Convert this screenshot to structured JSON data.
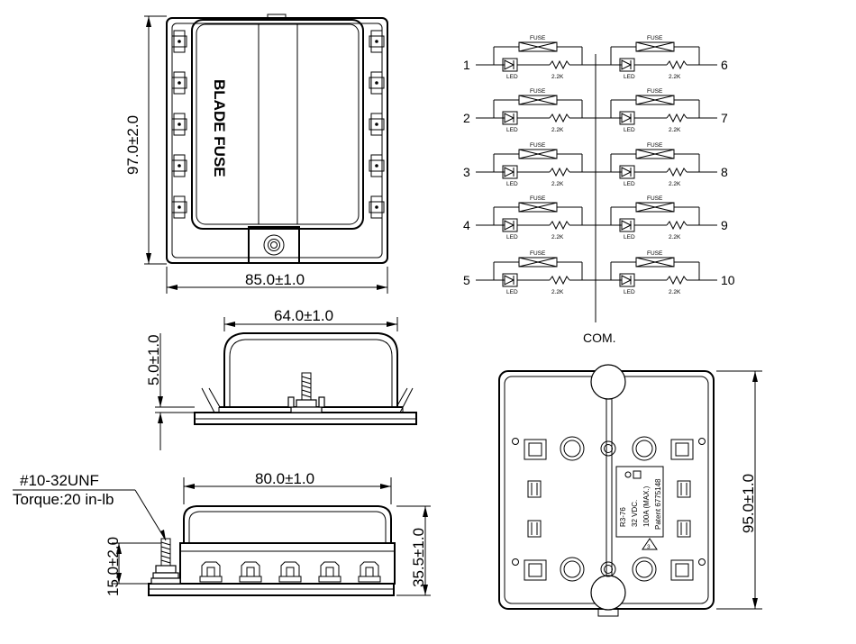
{
  "brand_label": "BLADE FUSE",
  "dimensions": {
    "top_width": "85.0±1.0",
    "top_height": "97.0±2.0",
    "side_width": "64.0±1.0",
    "side_lid": "5.0±1.0",
    "front_width": "80.0±1.0",
    "front_height": "35.5±1.0",
    "stud_height": "15.0±2.0",
    "bottom_height": "95.0±1.0"
  },
  "stud": {
    "thread": "#10-32UNF",
    "torque": "Torque:20 in-lb"
  },
  "schematic": {
    "common": "COM.",
    "fuse_label": "FUSE",
    "led_label": "LED",
    "resistor_label": "2.2K",
    "left_circuits": [
      "1",
      "2",
      "3",
      "4",
      "5"
    ],
    "right_circuits": [
      "6",
      "7",
      "8",
      "9",
      "10"
    ]
  },
  "bottom_label": {
    "lines": [
      "R3-76",
      "32 VDC.",
      "100A (MAX.)",
      "Patent 6775148"
    ],
    "warning_number": "3"
  }
}
